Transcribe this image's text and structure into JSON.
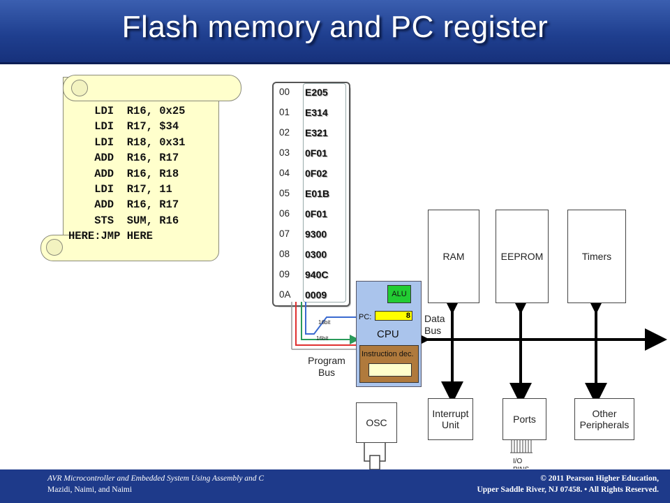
{
  "title": "Flash memory and PC register",
  "code_lines": [
    "    LDI  R16, 0x25",
    "    LDI  R17, $34",
    "    LDI  R18, 0x31",
    "    ADD  R16, R17",
    "    ADD  R16, R18",
    "    LDI  R17, 11",
    "    ADD  R16, R17",
    "    STS  SUM, R16",
    "HERE:JMP HERE"
  ],
  "memory": [
    {
      "addr": "00",
      "value": "E205"
    },
    {
      "addr": "01",
      "value": "E314"
    },
    {
      "addr": "02",
      "value": "E321"
    },
    {
      "addr": "03",
      "value": "0F01"
    },
    {
      "addr": "04",
      "value": "0F02"
    },
    {
      "addr": "05",
      "value": "E01B"
    },
    {
      "addr": "06",
      "value": "0F01"
    },
    {
      "addr": "07",
      "value": "9300"
    },
    {
      "addr": "08",
      "value": "0300"
    },
    {
      "addr": "09",
      "value": "940C"
    },
    {
      "addr": "0A",
      "value": "0009"
    }
  ],
  "blocks": {
    "ram": "RAM",
    "eeprom": "EEPROM",
    "timers": "Timers",
    "interrupt": "Interrupt Unit",
    "ports": "Ports",
    "other": "Other Peripherals",
    "osc": "OSC"
  },
  "cpu": {
    "alu": "ALU",
    "pc_label": "PC:",
    "pc_value": "8",
    "cpu_label": "CPU",
    "instr_dec": "Instruction dec."
  },
  "labels": {
    "data_bus": "Data Bus",
    "program_bus": "Program Bus",
    "bus_width_1": "16bit",
    "bus_width_2": "16bit",
    "io_pins": "I/O PINS"
  },
  "footer": {
    "left_line1": "AVR Microcontroller and Embedded System Using Assembly and C",
    "left_line2": "Mazidi, Naimi, and Naimi",
    "right_line1": "© 2011  Pearson Higher Education,",
    "right_line2": "Upper Saddle River, NJ 07458. • All Rights Reserved."
  },
  "colors": {
    "header": "#1f3f8f",
    "scroll": "#ffffcc",
    "cpu": "#aac4ec",
    "alu": "#22cc33",
    "pc": "#ffff00",
    "instr_dec": "#b07a3c",
    "program_bus_red": "#e03030",
    "program_bus_green": "#2a9a5a",
    "program_bus_blue": "#3a6ad0"
  }
}
